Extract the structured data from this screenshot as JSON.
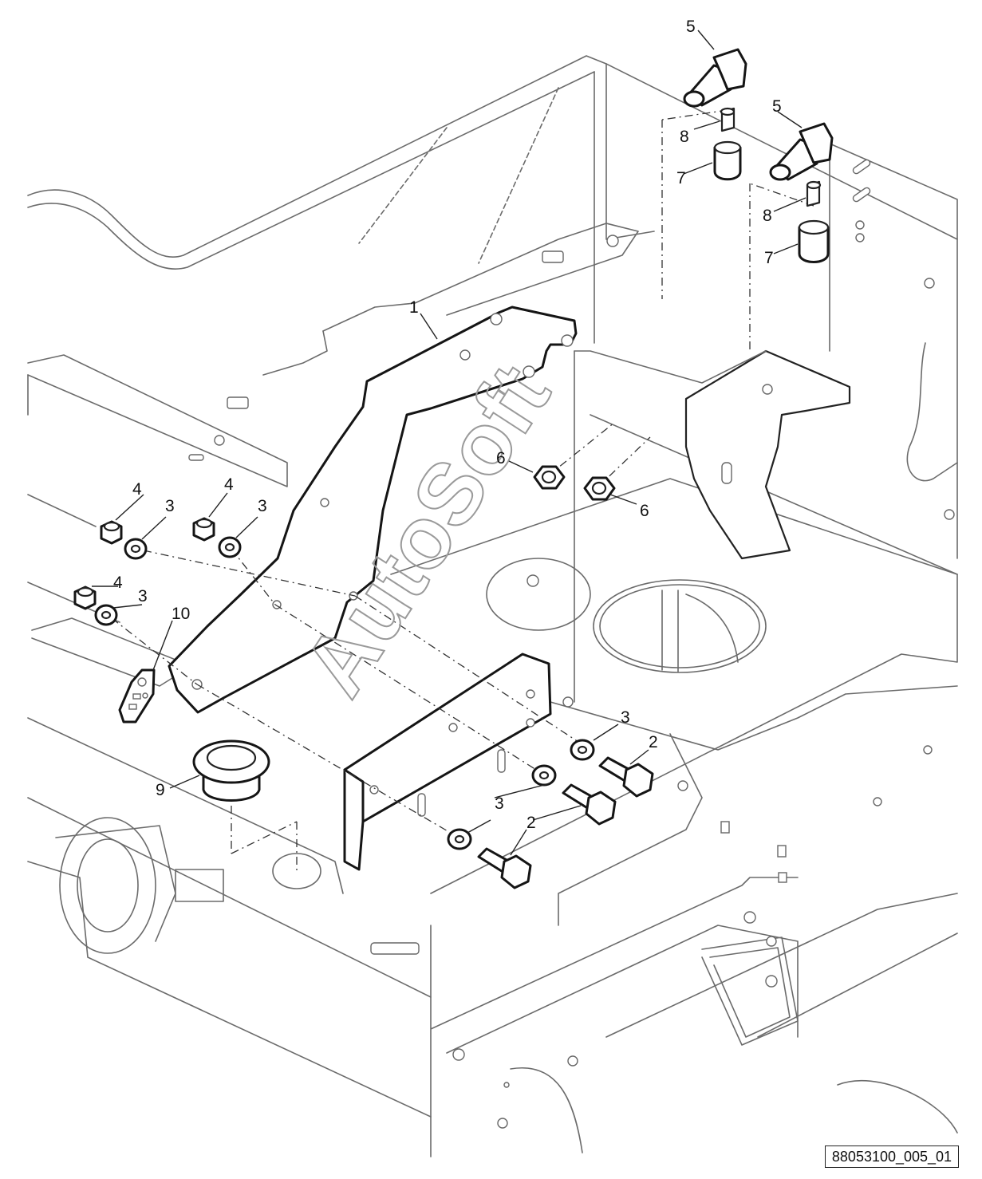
{
  "diagram": {
    "watermark": "AutoSoft",
    "drawing_id": "88053100_005_01",
    "callouts": [
      {
        "id": "c1",
        "label": "1"
      },
      {
        "id": "c2a",
        "label": "2"
      },
      {
        "id": "c2b",
        "label": "2"
      },
      {
        "id": "c3a",
        "label": "3"
      },
      {
        "id": "c3b",
        "label": "3"
      },
      {
        "id": "c3c",
        "label": "3"
      },
      {
        "id": "c3d",
        "label": "3"
      },
      {
        "id": "c3e",
        "label": "3"
      },
      {
        "id": "c4a",
        "label": "4"
      },
      {
        "id": "c4b",
        "label": "4"
      },
      {
        "id": "c4c",
        "label": "4"
      },
      {
        "id": "c5a",
        "label": "5"
      },
      {
        "id": "c5b",
        "label": "5"
      },
      {
        "id": "c6a",
        "label": "6"
      },
      {
        "id": "c6b",
        "label": "6"
      },
      {
        "id": "c7a",
        "label": "7"
      },
      {
        "id": "c7b",
        "label": "7"
      },
      {
        "id": "c8a",
        "label": "8"
      },
      {
        "id": "c8b",
        "label": "8"
      },
      {
        "id": "c9",
        "label": "9"
      },
      {
        "id": "c10",
        "label": "10"
      }
    ]
  }
}
